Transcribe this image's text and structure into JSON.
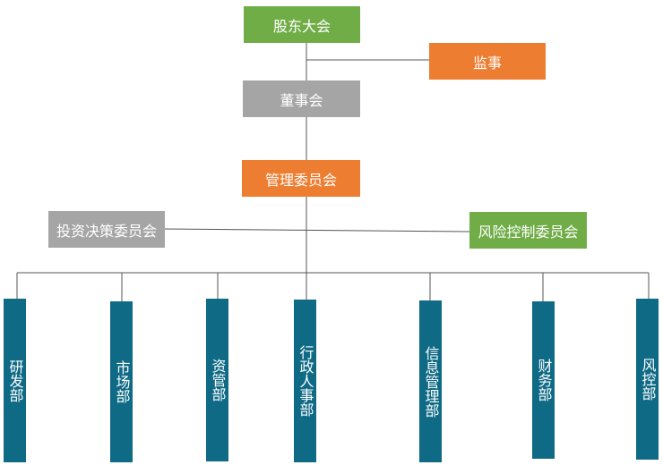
{
  "colors": {
    "green": "#70ad47",
    "orange": "#ed7d31",
    "gray": "#a5a5a5",
    "teal": "#0e6a85",
    "line": "#555555"
  },
  "nodes": {
    "shareholders": "股东大会",
    "supervisor": "监事",
    "board": "董事会",
    "management": "管理委员会",
    "investment": "投资决策委员会",
    "risk_committee": "风险控制委员会"
  },
  "departments": [
    {
      "label": "研发部"
    },
    {
      "label": "市场部"
    },
    {
      "label": "资管部"
    },
    {
      "label": "行政人事部"
    },
    {
      "label": "信息管理部"
    },
    {
      "label": "财务部"
    },
    {
      "label": "风控部"
    }
  ]
}
